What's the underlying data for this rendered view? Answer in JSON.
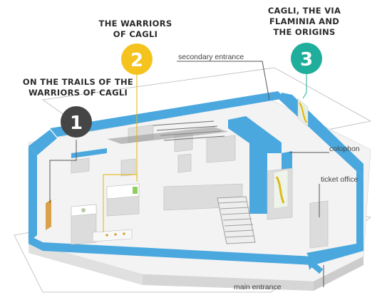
{
  "colors": {
    "wall": "#4aa8de",
    "floor": "#f2f2f2",
    "wall_side": "#e2e2e2",
    "marker_1": "#454545",
    "marker_2": "#f5c31d",
    "marker_3": "#1fae9b",
    "line_dark": "#555555",
    "line_gold": "#e6b400",
    "line_teal": "#1fae9b"
  },
  "sections": [
    {
      "number": "1",
      "title_lines": [
        "ON THE TRAILS OF THE",
        "WARRIORS OF CAGLI"
      ]
    },
    {
      "number": "2",
      "title_lines": [
        "THE WARRIORS",
        "OF CAGLI"
      ]
    },
    {
      "number": "3",
      "title_lines": [
        "CAGLI, THE VIA",
        "FLAMINIA AND",
        "THE ORIGINS"
      ]
    }
  ],
  "labels": {
    "secondary_entrance": "secondary entrance",
    "colophon": "colophon",
    "ticket_office": "ticket office",
    "main_entrance": "main entrance"
  },
  "icons": {
    "entrance_arrow": "arrow-up-icon"
  }
}
